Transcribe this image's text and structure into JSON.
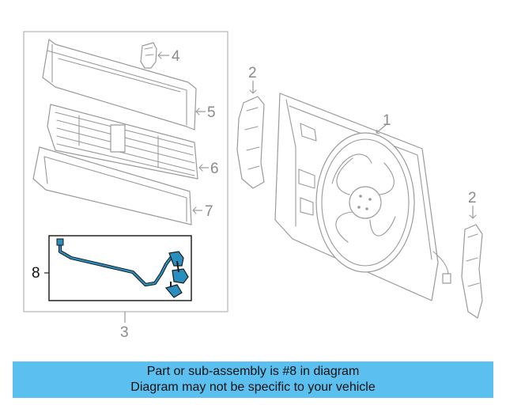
{
  "callouts": {
    "fan_shroud": "1",
    "bracket_upper": "2",
    "bracket_right": "2",
    "shutter_assembly": "3",
    "clip": "4",
    "upper_deflector": "5",
    "shutter_grille": "6",
    "lower_deflector": "7",
    "wiring_harness": "8"
  },
  "highlight_color": "#2a8fbf",
  "banner": {
    "line1": "Part or sub-assembly is #8 in diagram",
    "line2": "Diagram may not be specific to your vehicle",
    "background": "#5bc0f0"
  }
}
